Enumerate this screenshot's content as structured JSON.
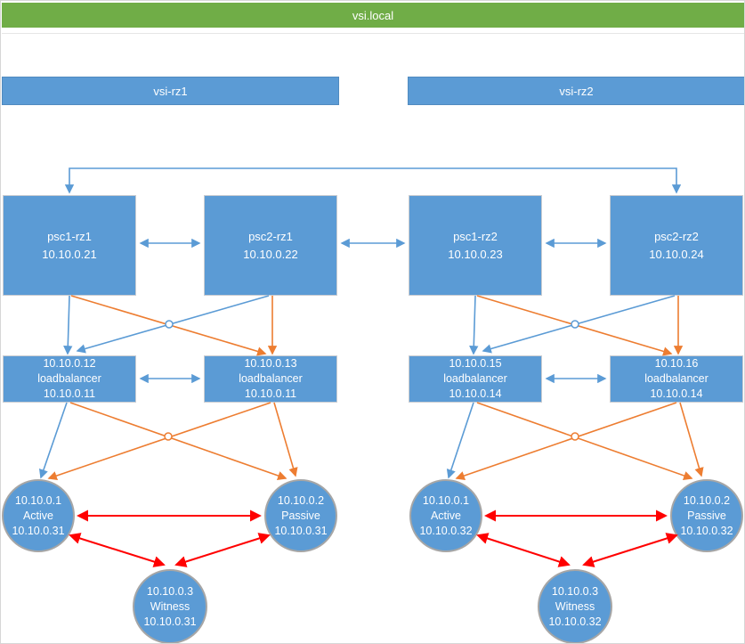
{
  "colors": {
    "domain_green": "#70AD47",
    "node_blue": "#5B9BD5",
    "arrow_blue": "#5B9BD5",
    "arrow_orange": "#ED7D31",
    "arrow_red": "#FF0000",
    "box_border": "#C9CCD1",
    "circle_border": "#A6A6A6",
    "canvas_border": "#D6D6D6",
    "text_white": "#FFFFFF"
  },
  "domain": {
    "label": "vsi.local"
  },
  "zones": [
    {
      "label": "vsi-rz1"
    },
    {
      "label": "vsi-rz2"
    }
  ],
  "psc_nodes": [
    {
      "name": "psc1-rz1",
      "ip": "10.10.0.21"
    },
    {
      "name": "psc2-rz1",
      "ip": "10.10.0.22"
    },
    {
      "name": "psc1-rz2",
      "ip": "10.10.0.23"
    },
    {
      "name": "psc2-rz2",
      "ip": "10.10.0.24"
    }
  ],
  "loadbalancers": [
    {
      "vip": "10.10.0.12",
      "label": "loadbalancer",
      "ip": "10.10.0.11"
    },
    {
      "vip": "10.10.0.13",
      "label": "loadbalancer",
      "ip": "10.10.0.11"
    },
    {
      "vip": "10.10.0.15",
      "label": "loadbalancer",
      "ip": "10.10.0.14"
    },
    {
      "vip": "10.10.16",
      "label": "loadbalancer",
      "ip": "10.10.0.14"
    }
  ],
  "vcsa_nodes": [
    {
      "ip": "10.10.0.1",
      "role": "Active",
      "host": "10.10.0.31"
    },
    {
      "ip": "10.10.0.2",
      "role": "Passive",
      "host": "10.10.0.31"
    },
    {
      "ip": "10.10.0.3",
      "role": "Witness",
      "host": "10.10.0.31"
    },
    {
      "ip": "10.10.0.1",
      "role": "Active",
      "host": "10.10.0.32"
    },
    {
      "ip": "10.10.0.2",
      "role": "Passive",
      "host": "10.10.0.32"
    },
    {
      "ip": "10.10.0.3",
      "role": "Witness",
      "host": "10.10.0.32"
    }
  ],
  "links": [
    {
      "from": "psc1-rz1",
      "to": "psc2-rz1",
      "color": "blue",
      "direction": "bidirectional"
    },
    {
      "from": "psc2-rz1",
      "to": "psc1-rz2",
      "color": "blue",
      "direction": "bidirectional"
    },
    {
      "from": "psc1-rz2",
      "to": "psc2-rz2",
      "color": "blue",
      "direction": "bidirectional"
    },
    {
      "from": "psc1-rz1",
      "to": "psc2-rz2",
      "color": "blue",
      "direction": "bidirectional",
      "route": "over-top-bracket"
    },
    {
      "from": "psc1-rz1",
      "to": "lb-10.10.0.12",
      "color": "blue",
      "direction": "one-way"
    },
    {
      "from": "psc1-rz1",
      "to": "lb-10.10.0.13",
      "color": "orange",
      "direction": "one-way"
    },
    {
      "from": "psc2-rz1",
      "to": "lb-10.10.0.12",
      "color": "blue",
      "direction": "one-way"
    },
    {
      "from": "psc2-rz1",
      "to": "lb-10.10.0.13",
      "color": "orange",
      "direction": "one-way"
    },
    {
      "from": "lb-10.10.0.12",
      "to": "lb-10.10.0.13",
      "color": "blue",
      "direction": "bidirectional"
    },
    {
      "from": "lb-10.10.0.12",
      "to": "active-10.10.0.31",
      "color": "blue",
      "direction": "one-way"
    },
    {
      "from": "lb-10.10.0.12",
      "to": "passive-10.10.0.31",
      "color": "orange",
      "direction": "one-way"
    },
    {
      "from": "lb-10.10.0.13",
      "to": "active-10.10.0.31",
      "color": "orange",
      "direction": "one-way"
    },
    {
      "from": "lb-10.10.0.13",
      "to": "passive-10.10.0.31",
      "color": "orange",
      "direction": "one-way"
    },
    {
      "from": "active-10.10.0.31",
      "to": "passive-10.10.0.31",
      "color": "red",
      "direction": "bidirectional"
    },
    {
      "from": "active-10.10.0.31",
      "to": "witness-10.10.0.31",
      "color": "red",
      "direction": "bidirectional"
    },
    {
      "from": "passive-10.10.0.31",
      "to": "witness-10.10.0.31",
      "color": "red",
      "direction": "bidirectional"
    },
    {
      "from": "psc1-rz2",
      "to": "lb-10.10.0.15",
      "color": "blue",
      "direction": "one-way"
    },
    {
      "from": "psc1-rz2",
      "to": "lb-10.10.16",
      "color": "orange",
      "direction": "one-way"
    },
    {
      "from": "psc2-rz2",
      "to": "lb-10.10.0.15",
      "color": "blue",
      "direction": "one-way"
    },
    {
      "from": "psc2-rz2",
      "to": "lb-10.10.16",
      "color": "orange",
      "direction": "one-way"
    },
    {
      "from": "lb-10.10.0.15",
      "to": "lb-10.10.16",
      "color": "blue",
      "direction": "bidirectional"
    },
    {
      "from": "lb-10.10.0.15",
      "to": "active-10.10.0.32",
      "color": "blue",
      "direction": "one-way"
    },
    {
      "from": "lb-10.10.0.15",
      "to": "passive-10.10.0.32",
      "color": "orange",
      "direction": "one-way"
    },
    {
      "from": "lb-10.10.16",
      "to": "active-10.10.0.32",
      "color": "orange",
      "direction": "one-way"
    },
    {
      "from": "lb-10.10.16",
      "to": "passive-10.10.0.32",
      "color": "orange",
      "direction": "one-way"
    },
    {
      "from": "active-10.10.0.32",
      "to": "passive-10.10.0.32",
      "color": "red",
      "direction": "bidirectional"
    },
    {
      "from": "active-10.10.0.32",
      "to": "witness-10.10.0.32",
      "color": "red",
      "direction": "bidirectional"
    },
    {
      "from": "passive-10.10.0.32",
      "to": "witness-10.10.0.32",
      "color": "red",
      "direction": "bidirectional"
    }
  ]
}
